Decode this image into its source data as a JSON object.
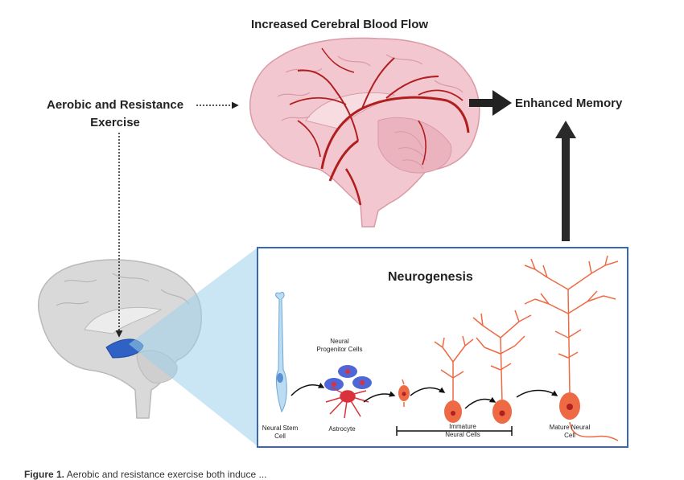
{
  "labels": {
    "cerebral_blood_flow": "Increased Cerebral Blood Flow",
    "exercise_line1": "Aerobic and Resistance",
    "exercise_line2": "Exercise",
    "enhanced_memory": "Enhanced Memory",
    "neurogenesis": "Neurogenesis",
    "neural_stem_cell_line1": "Neural Stem",
    "neural_stem_cell_line2": "Cell",
    "neural_progenitor_line1": "Neural",
    "neural_progenitor_line2": "Progenitor Cells",
    "astrocyte": "Astrocyte",
    "immature_line1": "Immature",
    "immature_line2": "Neural Cells",
    "mature_line1": "Mature Neural",
    "mature_line2": "Cell"
  },
  "caption": {
    "figure_label": "Figure 1.",
    "text": "Aerobic and resistance exercise both induce ... "
  },
  "colors": {
    "brain_pink": "#f2c7cf",
    "vessel_red": "#b01e1e",
    "brain_gray": "#d9d9d9",
    "hippocampus_blue": "#2f62c4",
    "box_border": "#3a66b8",
    "projection_blue": "#9fd0ea",
    "neuron_orange": "#ee6a44",
    "stem_blue": "#bcdcf2",
    "progenitor_blue": "#4f67d6",
    "astrocyte_red": "#d9323c"
  }
}
